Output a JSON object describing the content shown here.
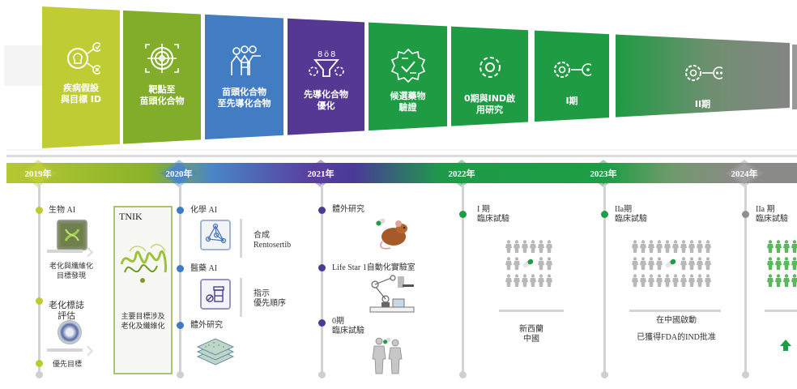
{
  "funnel": {
    "stages": [
      {
        "label_lines": [
          "疾病假設",
          "與目標 ID"
        ],
        "icon": "lightbulb-network-icon",
        "color": "#bfcc34"
      },
      {
        "label_lines": [
          "靶點至",
          "苗頭化合物"
        ],
        "icon": "target-crosshair-icon",
        "color": "#82ad2a"
      },
      {
        "label_lines": [
          "苗頭化合物",
          "至先導化合物"
        ],
        "icon": "team-presentation-icon",
        "color": "#427cc2"
      },
      {
        "label_lines": [
          "先導化合物",
          "優化"
        ],
        "icon": "funnel-gears-icon",
        "color": "#543893"
      },
      {
        "label_lines": [
          "候選藥物",
          "驗證"
        ],
        "icon": "verified-badge-icon",
        "color": "#1e9b43"
      },
      {
        "label_lines": [
          "0期與IND啟",
          "用研究"
        ],
        "icon": "gear-icon",
        "color": "#1e9b43"
      },
      {
        "label_lines": [
          "I期"
        ],
        "icon": "gear-link-single-dot-icon",
        "color": "#1e9b43"
      },
      {
        "label_lines": [
          "II期"
        ],
        "icon": "gear-link-double-dot-icon",
        "color": "#1e9b43"
      }
    ]
  },
  "timeline": {
    "years": [
      {
        "label": "2019年",
        "color": "#bdcb3c"
      },
      {
        "label": "2020年",
        "color": "#4a86c8"
      },
      {
        "label": "2021年",
        "color": "#5a3f9c"
      },
      {
        "label": "2022年",
        "color": "#1f9c46"
      },
      {
        "label": "2023年",
        "color": "#1f9c46"
      },
      {
        "label": "2024年",
        "color": "#9d9d9d"
      }
    ]
  },
  "col2019": {
    "items": [
      {
        "label": "生物 AI"
      },
      {
        "label": "老化標誌\n評估"
      },
      {
        "label": "優先目標"
      }
    ],
    "caption1": "老化與纖維化\n目標發現",
    "tnik": {
      "title": "TNIK",
      "caption": "主要目標涉及\n老化及纖維化"
    }
  },
  "col2020": {
    "items": [
      {
        "label": "化學 AI",
        "note": "合成\nRentosertib"
      },
      {
        "label": "醫藥 AI",
        "note": "指示\n優先順序"
      },
      {
        "label": "體外研究"
      }
    ]
  },
  "col2021": {
    "items": [
      {
        "label": "體外研究"
      },
      {
        "label": "Life Star 1自動化實驗室"
      },
      {
        "label": "0期\n臨床試驗"
      }
    ]
  },
  "col2022": {
    "title": "I 期\n臨床試驗",
    "location": "新西蘭\n中國"
  },
  "col2023": {
    "title": "IIa期\n臨床試驗",
    "location": "在中國啟動",
    "note": "已獲得FDA的IND批准"
  },
  "col2024": {
    "title": "IIa 期\n臨床試驗"
  }
}
